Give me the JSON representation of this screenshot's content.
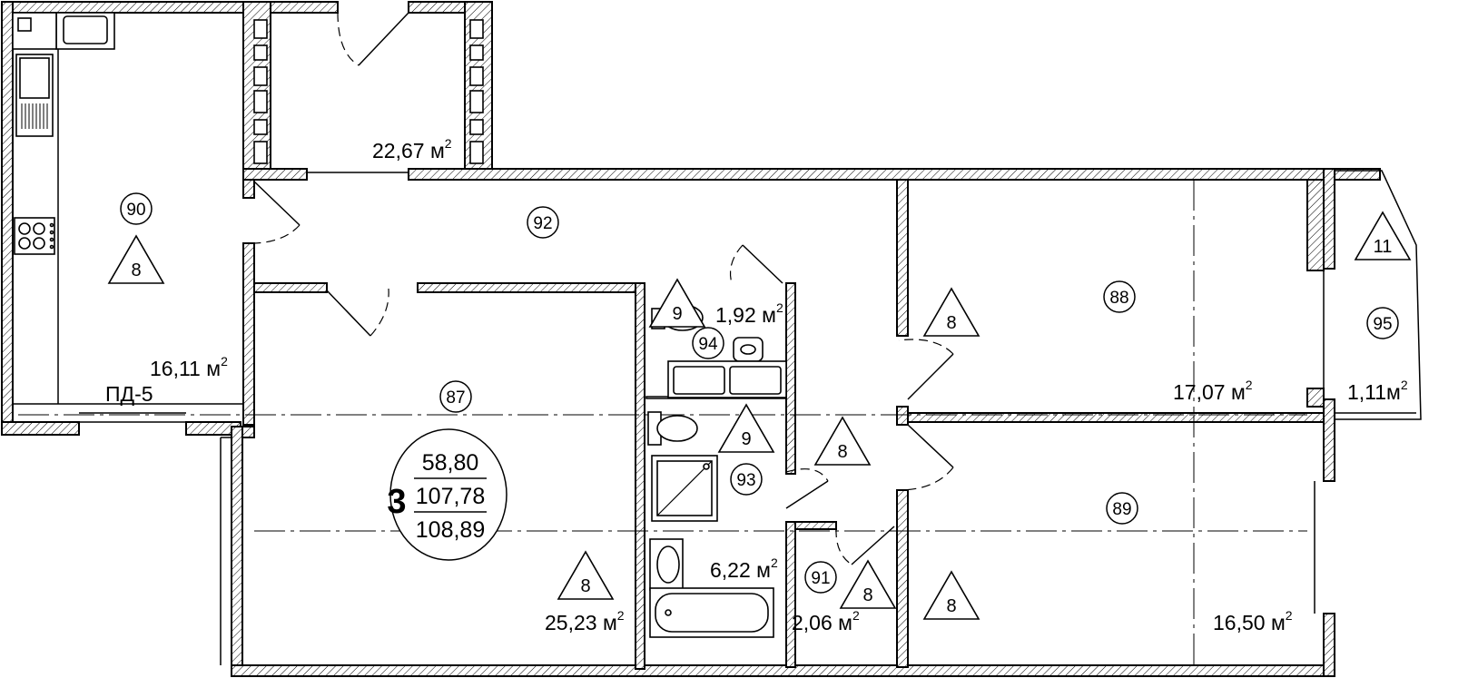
{
  "rooms": [
    {
      "id": "90",
      "mark": "8",
      "area": "16,11 м",
      "cx": 0,
      "cy": 0
    },
    {
      "id": "92",
      "mark": "",
      "area": "22,67 м"
    },
    {
      "id": "87",
      "mark": "8",
      "area": "25,23 м"
    },
    {
      "id": "94",
      "mark": "9",
      "area": "1,92 м"
    },
    {
      "id": "93",
      "mark": "9",
      "area": "6,22 м"
    },
    {
      "id": "91",
      "mark": "8",
      "area": "2,06 м"
    },
    {
      "id": "88",
      "mark": "8",
      "area": "17,07 м"
    },
    {
      "id": "89",
      "mark": "8",
      "area": "16,50 м"
    },
    {
      "id": "95",
      "mark": "11",
      "area": "1,11м"
    }
  ],
  "marks": {
    "corridor": "8"
  },
  "unit_sup": "2",
  "pd_label": "ПД-5",
  "summary": {
    "rooms_count": "3",
    "living_area": "58,80",
    "total_area": "107,78",
    "total_with_balcony": "108,89"
  }
}
